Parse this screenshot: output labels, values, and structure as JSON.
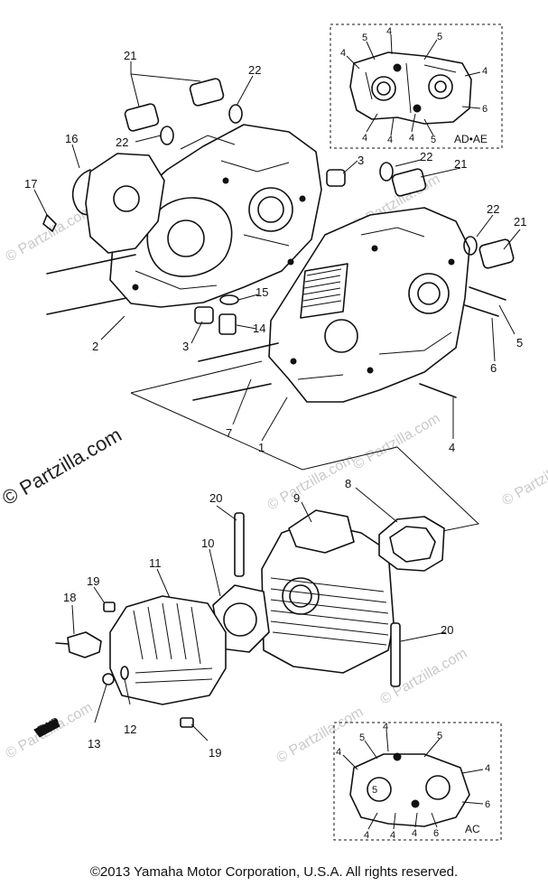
{
  "callouts": {
    "c1": "1",
    "c2": "2",
    "c3a": "3",
    "c3b": "3",
    "c4": "4",
    "c5": "5",
    "c6": "6",
    "c7": "7",
    "c8": "8",
    "c9": "9",
    "c10": "10",
    "c11": "11",
    "c12": "12",
    "c13": "13",
    "c14": "14",
    "c15": "15",
    "c16": "16",
    "c17": "17",
    "c18": "18",
    "c19a": "19",
    "c19b": "19",
    "c20a": "20",
    "c20b": "20",
    "c21a": "21",
    "c21b": "21",
    "c21c": "21",
    "c22a": "22",
    "c22b": "22",
    "c22c": "22",
    "c22d": "22"
  },
  "inset_top": {
    "label": "AD•AE",
    "callouts": [
      "4",
      "5",
      "4",
      "5",
      "4",
      "4",
      "6",
      "4",
      "4",
      "5"
    ]
  },
  "inset_bottom": {
    "label": "AC",
    "callouts": [
      "4",
      "5",
      "5",
      "4",
      "4",
      "5",
      "6",
      "4",
      "4",
      "4",
      "6"
    ]
  },
  "front_marker": "FWD",
  "watermark": {
    "brand": "© Partzilla.com",
    "faint": "© Partzilla.com"
  },
  "copyright": "©2013 Yamaha Motor Corporation, U.S.A. All rights reserved."
}
